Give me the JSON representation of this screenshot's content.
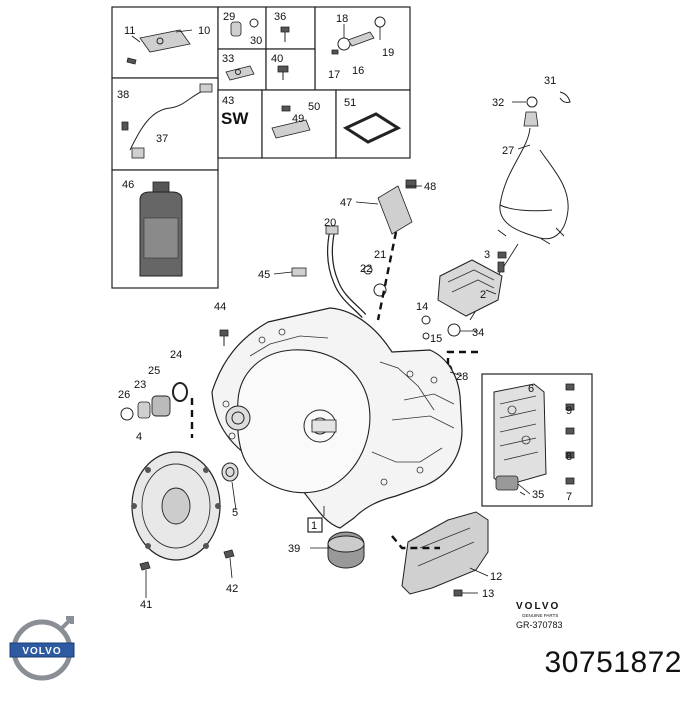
{
  "part_number": "30751872",
  "drawing_ref": "GR-370783",
  "stamp_brand": "VOLVO",
  "stamp_sub": "GENUINE PARTS",
  "badge_text": "VOLVO",
  "sw_label": "SW",
  "callouts": {
    "c1": "1",
    "c2": "2",
    "c3": "3",
    "c4": "4",
    "c5": "5",
    "c6": "6",
    "c7": "7",
    "c8": "8",
    "c9": "9",
    "c10": "10",
    "c11": "11",
    "c12": "12",
    "c13": "13",
    "c14": "14",
    "c15": "15",
    "c16": "16",
    "c17": "17",
    "c18": "18",
    "c19": "19",
    "c20": "20",
    "c21": "21",
    "c22": "22",
    "c23": "23",
    "c24": "24",
    "c25": "25",
    "c26": "26",
    "c27": "27",
    "c28": "28",
    "c29": "29",
    "c30": "30",
    "c31": "31",
    "c32": "32",
    "c33": "33",
    "c34": "34",
    "c35": "35",
    "c36": "36",
    "c37": "37",
    "c38": "38",
    "c39": "39",
    "c40": "40",
    "c41": "41",
    "c42": "42",
    "c43": "43",
    "c44": "44",
    "c45": "45",
    "c46": "46",
    "c47": "47",
    "c48": "48",
    "c49": "49",
    "c50": "50",
    "c51": "51"
  },
  "colors": {
    "ink": "#222222",
    "badge_blue": "#2d5aa0",
    "badge_ring": "#8a8f96"
  }
}
